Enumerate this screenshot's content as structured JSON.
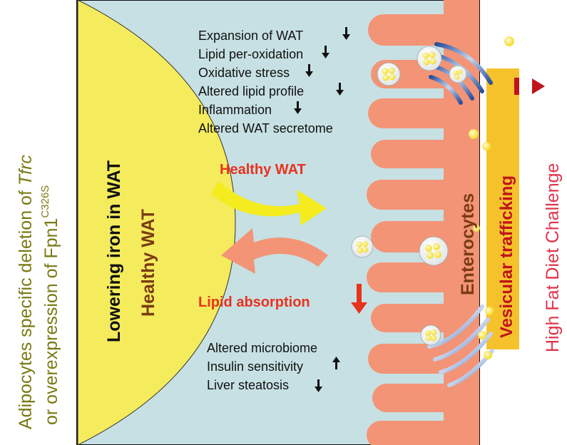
{
  "colors": {
    "background": "#c7e0e3",
    "adipose": "#f4ec5d",
    "enterocyte": "#f39476",
    "trafficking_band": "#f5c22c",
    "olive_text": "#7a7a14",
    "dark_text": "#111111",
    "red": "#e8321e",
    "brown": "#7a3b12",
    "pink_red": "#e0334b",
    "salmon_arrow": "#f39476",
    "yellow_arrow": "#f4ec1e"
  },
  "left_label": {
    "line1_prefix": "Adipocytes specific deletion of ",
    "line1_italic": "Tfrc",
    "line2_prefix": "or overexpression of Fpn1",
    "line2_superscript": "C326S"
  },
  "wat": {
    "line1": "Lowering iron in WAT",
    "line2": "Healthy WAT"
  },
  "effects_top": [
    {
      "text": "Expansion of WAT",
      "arrow": "down"
    },
    {
      "text": "Lipid per-oxidation",
      "arrow": "down"
    },
    {
      "text": "Oxidative stress",
      "arrow": "down"
    },
    {
      "text": "Altered lipid profile",
      "arrow": "down"
    },
    {
      "text": "Inflammation",
      "arrow": "down"
    },
    {
      "text": "Altered WAT secretome",
      "arrow": ""
    }
  ],
  "healthy_wat_label": "Healthy WAT",
  "lipid_absorption_label": "Lipid absorption",
  "effects_bottom": [
    {
      "text": "Altered microbiome",
      "arrow": ""
    },
    {
      "text": "Insulin sensitivity",
      "arrow": "up"
    },
    {
      "text": "Liver steatosis",
      "arrow": "down"
    }
  ],
  "enterocytes_label": "Enterocytes",
  "vesicular_label": "Vesicular trafficking",
  "right_label": "High Fat Diet Challenge"
}
